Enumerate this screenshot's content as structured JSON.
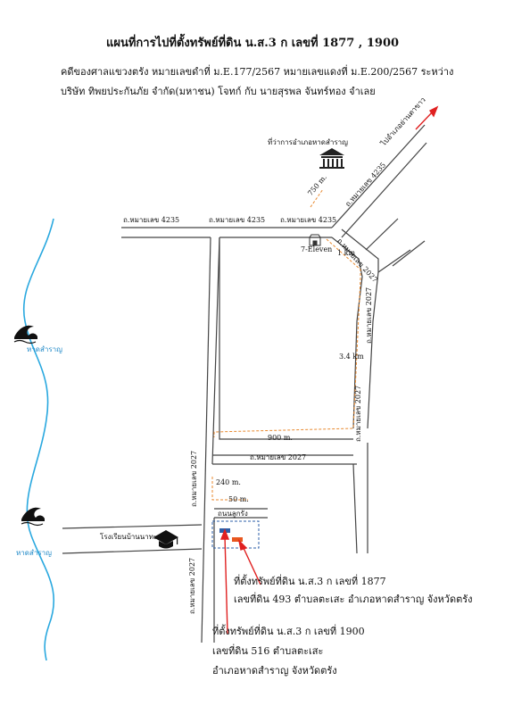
{
  "title": "แผนที่การไปที่ตั้งทรัพย์ที่ดิน น.ส.3 ก เลขที่ 1877 , 1900",
  "case_line": "คดีของศาลแขวงตรัง หมายเลขดำที่ ม.E.177/2567 หมายเลขแดงที่ ม.E.200/2567 ระหว่าง",
  "parties_line": "บริษัท ทิพยประกันภัย จำกัด(มหาชน) โจทก์ กับ นายสุรพล จันทร์ทอง จำเลย",
  "landmarks": {
    "district_office": "ที่ว่าการอำเภอหาดสำราญ",
    "seven_eleven": "7-Eleven",
    "school": "โรงเรียนบ้านนาทะเล",
    "beach_1": "หาดสำราญ",
    "beach_2": "หาดสำราญ",
    "to_yan_ta_khao": "ไปอำเภอย่านตาขาว"
  },
  "roads": {
    "r4235_a": "ถ.หมายเลข 4235",
    "r4235_b": "ถ.หมายเลข 4235",
    "r4235_c": "ถ.หมายเลข 4235",
    "r4235_diag": "ถ.หมายเลข 4235",
    "r2027_a": "ถ.หมายเลข 2027",
    "r2027_b": "ถ.หมายเลข 2027",
    "r2027_c": "ถ.หมายเลข 2027",
    "r2027_d": "ถ.หมายเลข 2027",
    "r2027_e": "ถ.หมายเลข 2027",
    "r2027_f": "ถ.หมายเลข 2027",
    "local_road": "ถนนลูกรัง"
  },
  "distances": {
    "d750": "750 m.",
    "d1km": "1 km",
    "d34km": "3.4 km",
    "d900": "900 m.",
    "d240": "240 m.",
    "d50": "50 m."
  },
  "parcel_1877": {
    "line1": "ที่ตั้งทรัพย์ที่ดิน น.ส.3 ก เลขที่ 1877",
    "line2": "เลขที่ดิน 493 ตำบลตะเสะ อำเภอหาดสำราญ จังหวัดตรัง"
  },
  "parcel_1900": {
    "line1": "ที่ตั้งทรัพย์ที่ดิน น.ส.3 ก เลขที่ 1900",
    "line2": "เลขที่ดิน 516 ตำบลตะเสะ",
    "line3": "อำเภอหาดสำราญ จังหวัดตรัง"
  },
  "colors": {
    "road": "#444444",
    "sea": "#29a8df",
    "route": "#e8892f",
    "arrow": "#e02020",
    "parcel_1877": "#e8571f",
    "parcel_1900": "#2d5fa8"
  }
}
